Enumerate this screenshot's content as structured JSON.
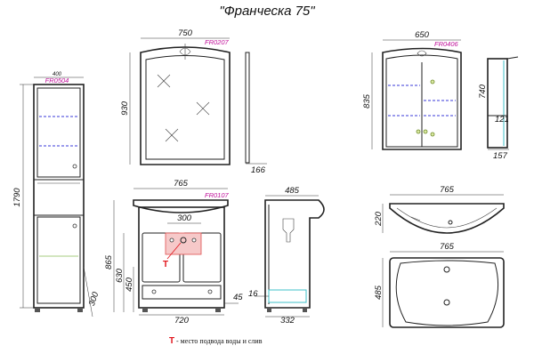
{
  "title": "\"Франческа 75\"",
  "codes": {
    "column": "FR0504",
    "mirror": "FR0207",
    "cabinet": "FR0406",
    "vanity": "FR0107"
  },
  "dims": {
    "column_width": "400",
    "column_height": "1790",
    "column_base": "300",
    "mirror_width": "750",
    "mirror_height": "930",
    "mirror_depth": "166",
    "cabinet_width": "650",
    "cabinet_height": "835",
    "cabinet_side_height": "740",
    "cabinet_side_inner": "121",
    "cabinet_depth": "157",
    "vanity_width": "765",
    "vanity_inner_width": "300",
    "vanity_bottom_width": "720",
    "vanity_height": "865",
    "vanity_body_height": "630",
    "vanity_inner_height": "450",
    "vanity_plinth": "45",
    "side_depth": "485",
    "side_bottom_depth": "332",
    "side_plinth": "16",
    "basin_width_top": "765",
    "basin_height": "220",
    "basin_width_plan": "765",
    "basin_depth_plan": "485"
  },
  "legend": {
    "symbol": "T",
    "text": " - место подвода воды и слив"
  }
}
